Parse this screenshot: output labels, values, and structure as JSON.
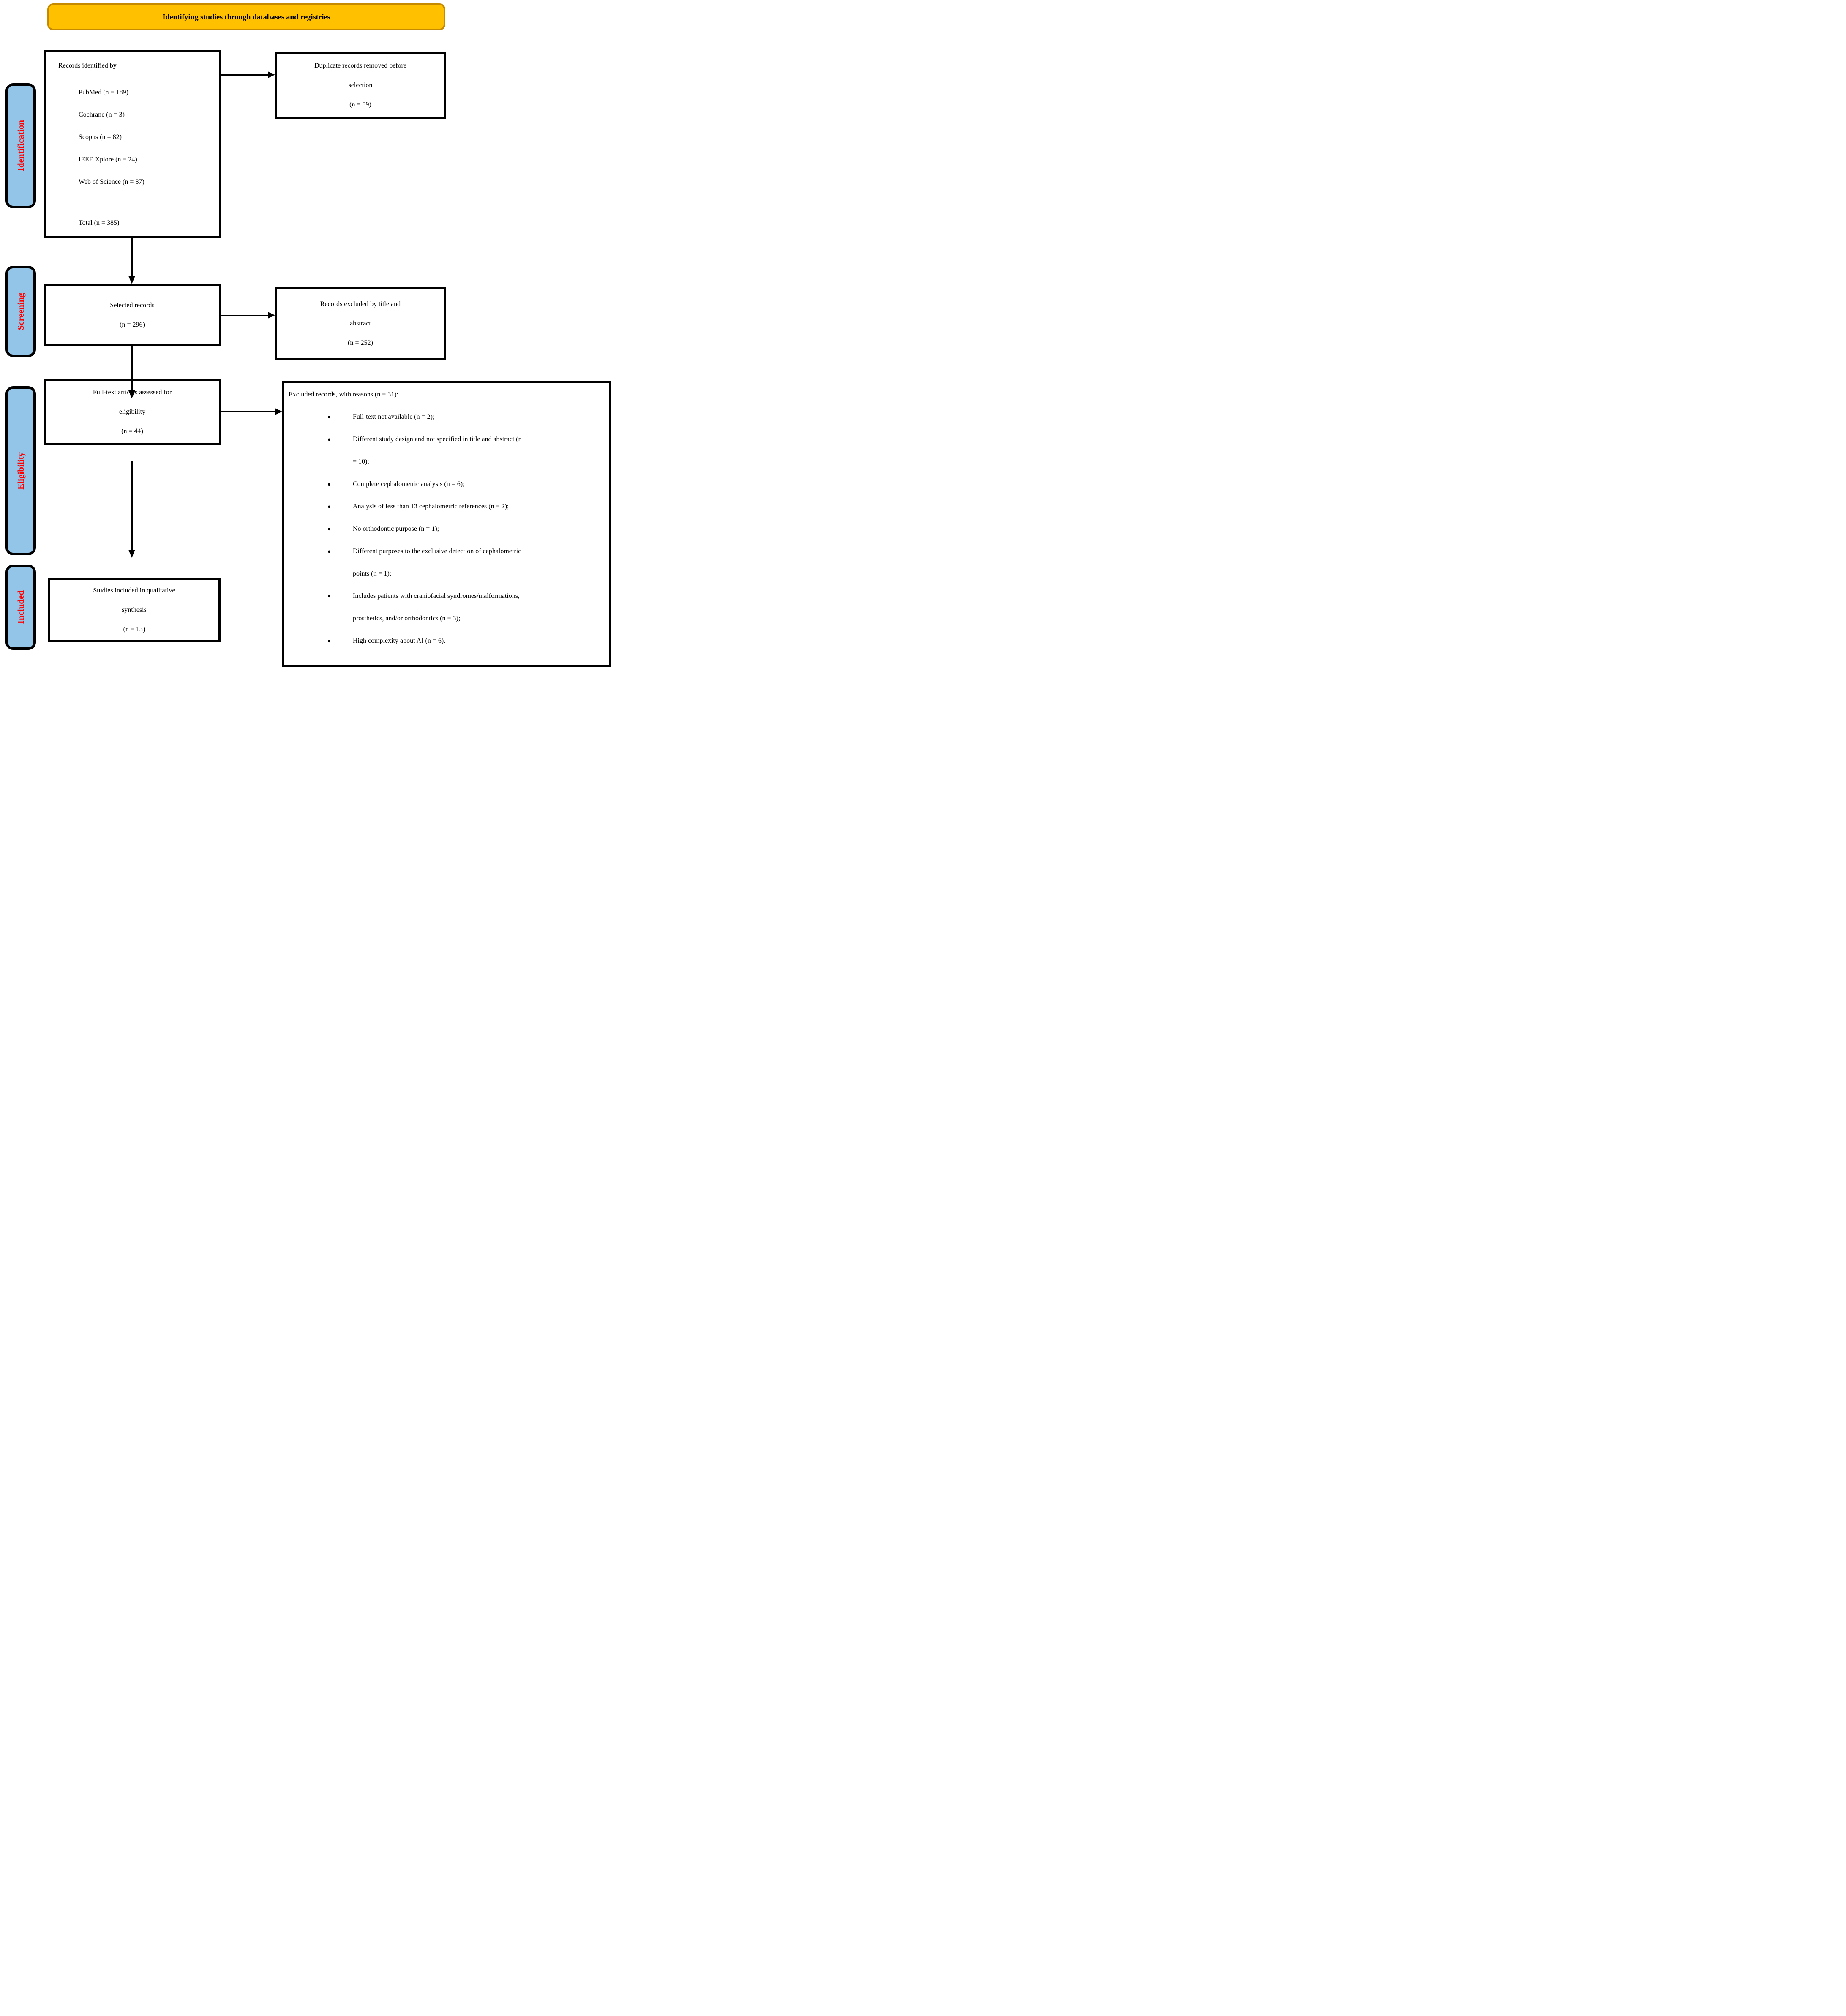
{
  "banner": {
    "title": "Identifying studies through databases and registries"
  },
  "colors": {
    "banner_fill": "#FFC000",
    "banner_border": "#C68A00",
    "stage_fill": "#92C5E8",
    "stage_text": "#FF0000",
    "line_color": "#000000"
  },
  "stages": [
    {
      "label": "Identification"
    },
    {
      "label": "Screening"
    },
    {
      "label": "Eligibility"
    },
    {
      "label": "Included"
    }
  ],
  "boxes": {
    "identified": {
      "intro": "Records identified by",
      "sources": [
        "PubMed (n = 189)",
        "Cochrane (n = 3)",
        "Scopus (n = 82)",
        "IEEE Xplore (n = 24)",
        "Web of Science (n = 87)"
      ],
      "total": "Total (n = 385)"
    },
    "duplicates": {
      "lines": [
        "Duplicate records removed before",
        "selection",
        "(n = 89)"
      ]
    },
    "selected": {
      "lines": [
        "Selected records",
        "(n = 296)"
      ]
    },
    "excluded_title_abstract": {
      "lines": [
        "Records excluded by title and",
        "abstract",
        "(n = 252)"
      ]
    },
    "fulltext": {
      "lines": [
        "Full-text articles assessed for",
        "eligibility",
        "(n = 44)"
      ]
    },
    "excluded_reasons": {
      "header": "Excluded records, with reasons (n = 31):",
      "items": [
        {
          "lines": [
            "Full-text not available (n = 2);"
          ]
        },
        {
          "lines": [
            "Different study design and not specified in title and abstract (n",
            "= 10);"
          ]
        },
        {
          "lines": [
            "Complete cephalometric analysis (n = 6);"
          ]
        },
        {
          "lines": [
            "Analysis of less than 13 cephalometric references (n = 2);"
          ]
        },
        {
          "lines": [
            "No orthodontic purpose (n = 1);"
          ]
        },
        {
          "lines": [
            "Different purposes to the exclusive detection of cephalometric",
            "points (n = 1);"
          ]
        },
        {
          "lines": [
            "Includes patients with craniofacial syndromes/malformations,",
            "prosthetics, and/or orthodontics (n = 3);"
          ]
        },
        {
          "lines": [
            "High complexity about AI (n = 6)."
          ]
        }
      ]
    },
    "included_synthesis": {
      "lines": [
        "Studies included in qualitative",
        "synthesis",
        "(n = 13)"
      ]
    }
  }
}
